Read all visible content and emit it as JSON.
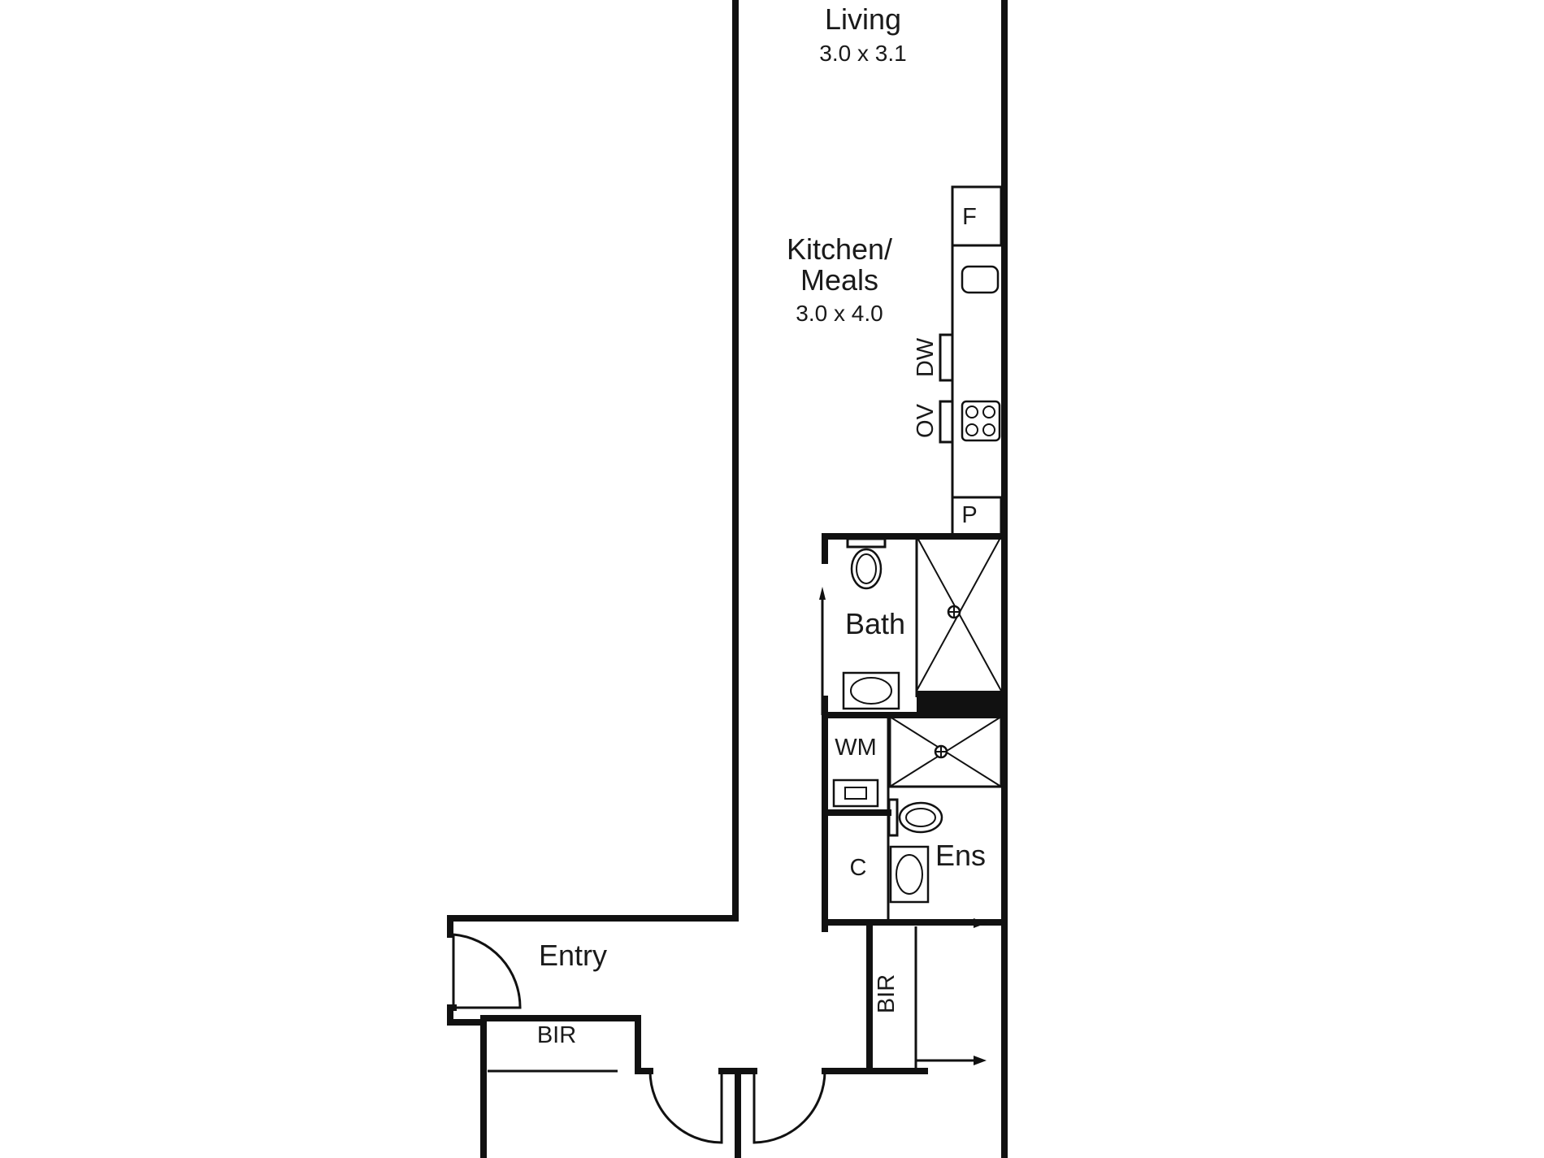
{
  "rooms": {
    "living": {
      "name": "Living",
      "size": "3.0 x 3.1"
    },
    "kitchen": {
      "name_line1": "Kitchen/",
      "name_line2": "Meals",
      "size": "3.0 x 4.0"
    },
    "bath": {
      "name": "Bath"
    },
    "ensuite": {
      "name": "Ens"
    },
    "entry": {
      "name": "Entry"
    }
  },
  "fixtures": {
    "fridge": "F",
    "dishwasher": "DW",
    "oven": "OV",
    "pantry": "P",
    "washing_machine": "WM",
    "cupboard": "C",
    "bir_bottom": "BIR",
    "bir_side": "BIR"
  }
}
